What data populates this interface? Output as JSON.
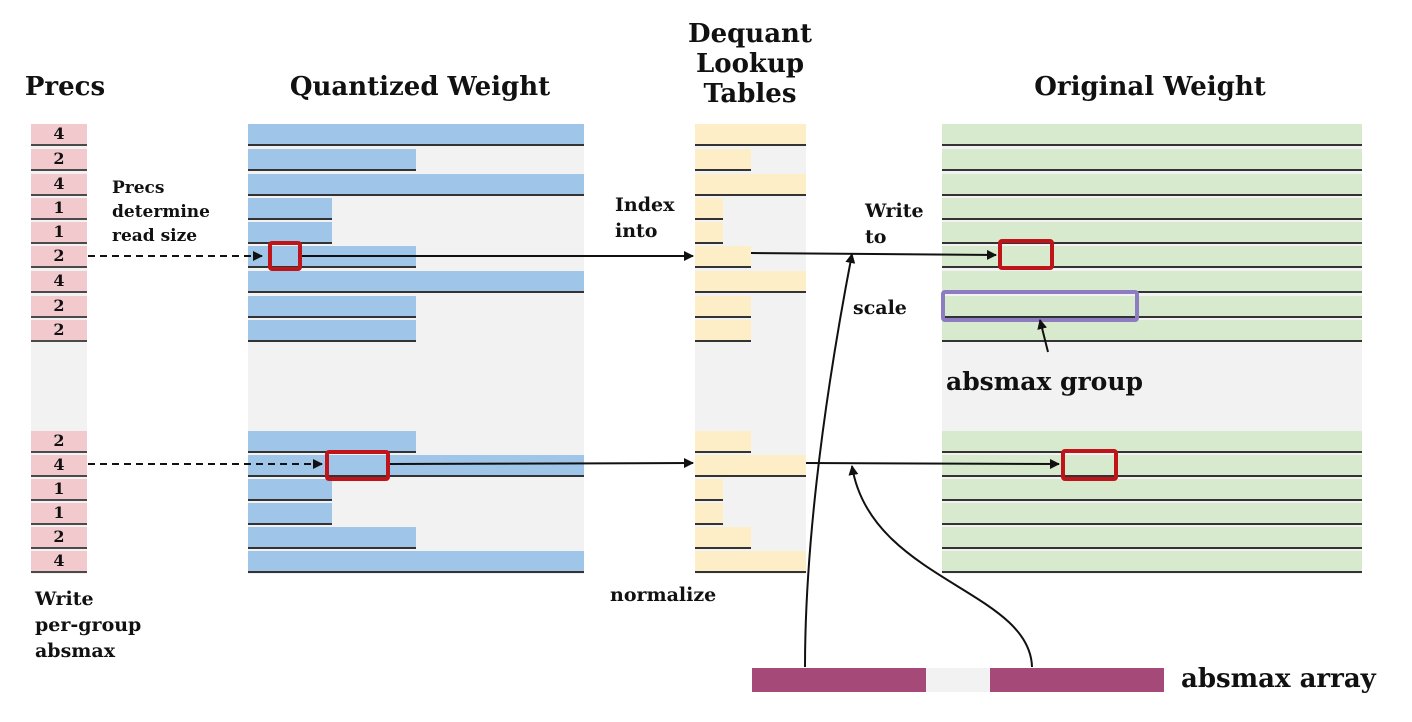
{
  "titles": {
    "precs": "Precs",
    "quantized": "Quantized Weight",
    "dequant_line1": "Dequant",
    "dequant_line2": "Lookup",
    "dequant_line3": "Tables",
    "original": "Original Weight"
  },
  "annotations": {
    "precs_determine_1": "Precs",
    "precs_determine_2": "determine",
    "precs_determine_3": "read size",
    "index_1": "Index",
    "index_2": "into",
    "write_to_1": "Write",
    "write_to_2": "to",
    "scale": "scale",
    "absmax_group": "absmax group",
    "normalize": "normalize",
    "write_absmax_1": "Write",
    "write_absmax_2": "per-group",
    "write_absmax_3": "absmax",
    "absmax_array": "absmax array"
  },
  "group1_precs": [
    "4",
    "2",
    "4",
    "1",
    "1",
    "2",
    "4",
    "2",
    "2"
  ],
  "group2_precs": [
    "2",
    "4",
    "1",
    "1",
    "2",
    "4"
  ],
  "colors": {
    "precs": "#f2c9cd",
    "quantized": "#9fc5e9",
    "lookup": "#fdeec8",
    "original": "#d8eacd",
    "absmax": "#a54a78",
    "highlight": "#c0141b",
    "group": "#8e7cc3"
  }
}
